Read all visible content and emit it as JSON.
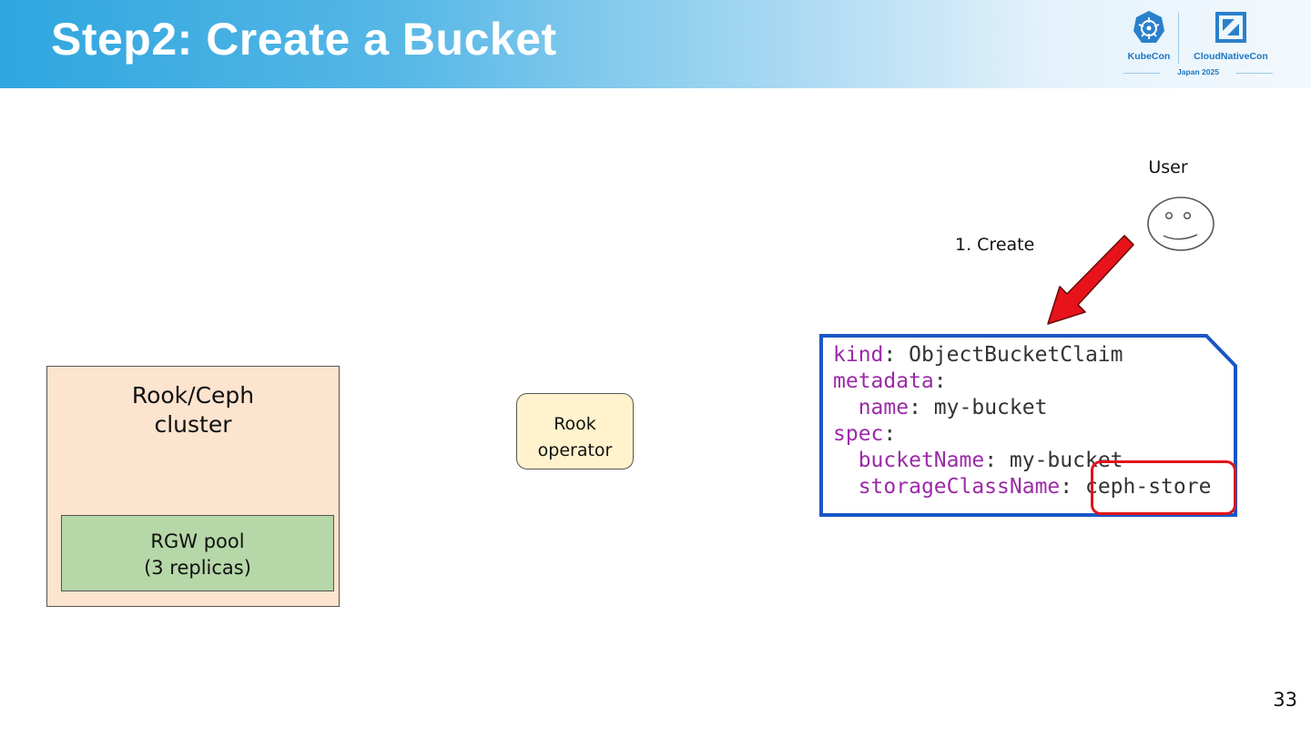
{
  "slide": {
    "title": "Step2: Create a Bucket",
    "page_number": "33"
  },
  "logo": {
    "kubecon": "KubeCon",
    "cloudnativecon": "CloudNativeCon",
    "event": "Japan 2025",
    "kubecon_icon": "kubernetes-wheel-icon",
    "cnc_icon": "cncf-square-icon"
  },
  "diagram": {
    "cluster_label": "Rook/Ceph\ncluster",
    "pool_label": "RGW pool\n(3 replicas)",
    "operator_label": "Rook\noperator",
    "user_label": "User",
    "user_icon": "smiley-face-icon",
    "create_label": "1. Create",
    "arrow_color": "#e8131a"
  },
  "yaml": {
    "lines": [
      {
        "indent": "",
        "key": "kind",
        "sep": ":",
        "value": " ObjectBucketClaim"
      },
      {
        "indent": "",
        "key": "metadata",
        "sep": ":",
        "value": ""
      },
      {
        "indent": "  ",
        "key": "name",
        "sep": ":",
        "value": " my-bucket"
      },
      {
        "indent": "",
        "key": "spec",
        "sep": ":",
        "value": ""
      },
      {
        "indent": "  ",
        "key": "bucketName",
        "sep": ":",
        "value": " my-bucket"
      },
      {
        "indent": "  ",
        "key": "storageClassName",
        "sep": ":",
        "value": " ceph-store"
      }
    ],
    "key_color": "#9b2aa8",
    "border_color": "#1a56c4",
    "highlight_color": "#e2131a",
    "highlighted_value": "ceph-store"
  }
}
